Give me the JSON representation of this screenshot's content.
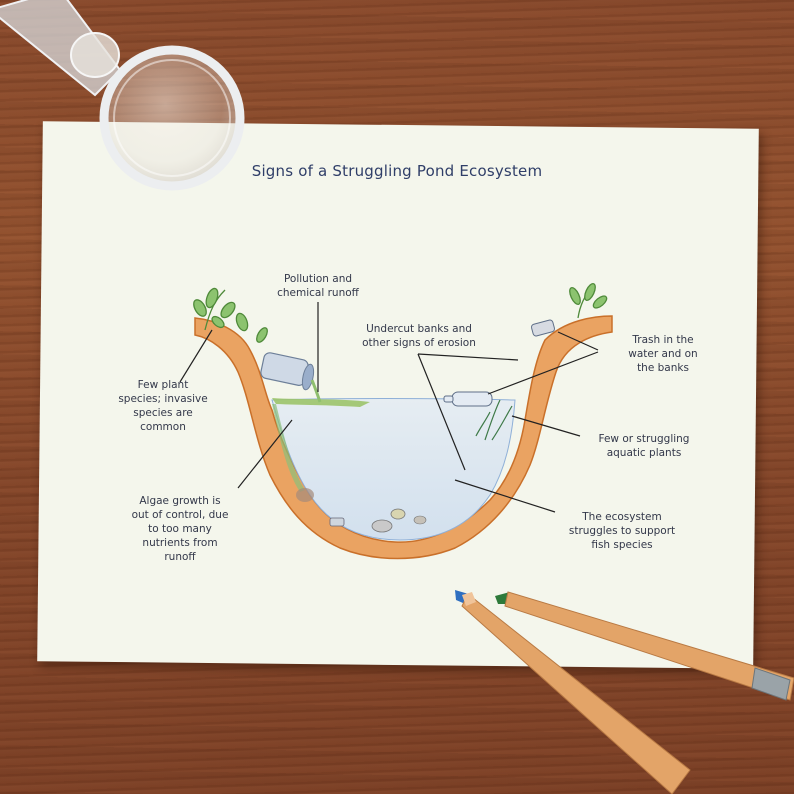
{
  "diagram": {
    "title": "Signs of a Struggling Pond Ecosystem",
    "labels": {
      "pollution": "Pollution and\nchemical runoff",
      "erosion": "Undercut banks and\nother signs of erosion",
      "trash": "Trash in the\nwater and on\nthe banks",
      "few_plants": "Few plant\nspecies; invasive\nspecies are\ncommon",
      "aquatic_plants": "Few or struggling\naquatic plants",
      "algae": "Algae growth is\nout of control, due\nto too many\nnutrients from\nrunoff",
      "fish": "The ecosystem\nstruggles to support\nfish species"
    }
  },
  "colors": {
    "wood": "#8a4a2c",
    "paper": "#f4f6ec",
    "title_text": "#2f3e68",
    "soil": "#e08a3a",
    "water": "#dfe7ef",
    "algae": "#9cc46a",
    "pencil_blue": "#2f6fc0",
    "pencil_green": "#2e7a3a"
  }
}
